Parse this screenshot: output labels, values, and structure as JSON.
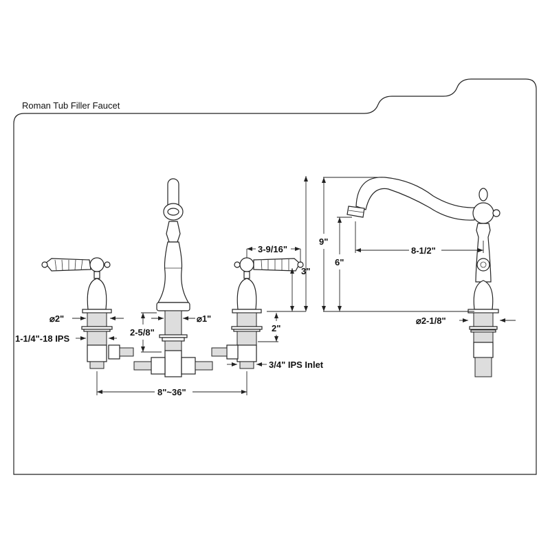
{
  "title": "Roman Tub Filler Faucet",
  "dimensions": {
    "handle_width": "3-9/16\"",
    "total_height_front": "9\"",
    "handle_height": "3\"",
    "valve_diameter": "⌀2\"",
    "spout_shank_diameter": "⌀1\"",
    "spout_shank_length": "2-5/8\"",
    "valve_shank_length": "2\"",
    "valve_thread": "1-1/4\"-18 IPS",
    "inlet": "3/4\" IPS Inlet",
    "spread": "8\"~36\"",
    "total_height_side": "9\"",
    "spout_height": "6\"",
    "spout_reach": "8-1/2\"",
    "side_diameter": "⌀2-1/8\""
  }
}
